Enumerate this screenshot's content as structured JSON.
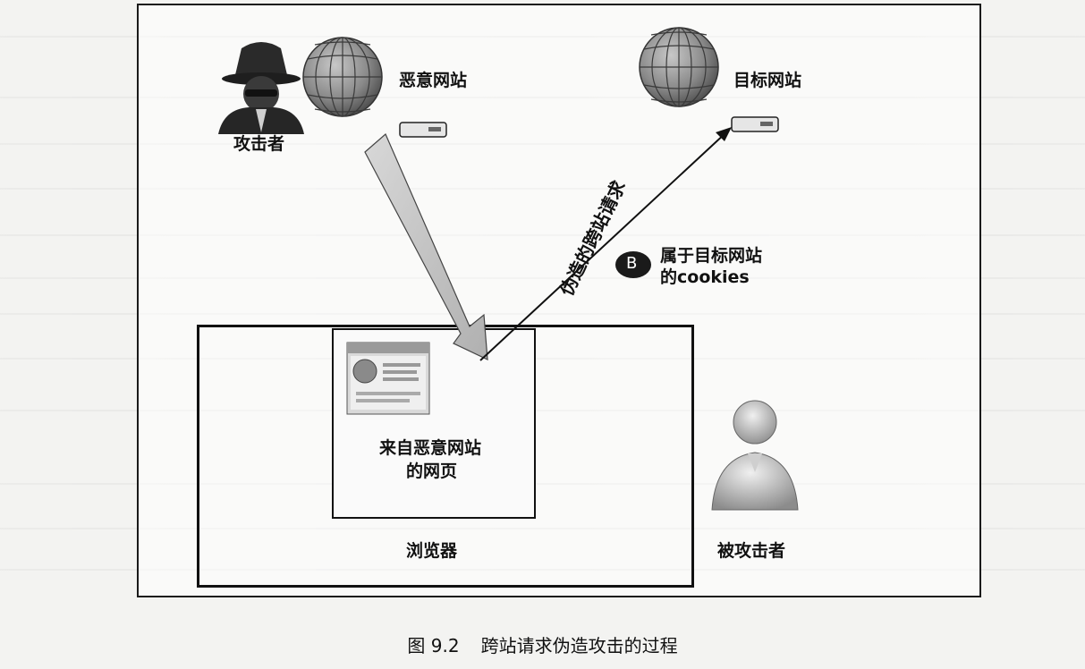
{
  "diagram": {
    "attacker_label": "攻击者",
    "malicious_site_label": "恶意网站",
    "target_site_label": "目标网站",
    "forged_request_label": "伪造的跨站请求",
    "cookie_badge_letter": "B",
    "cookie_label_line1": "属于目标网站",
    "cookie_label_line2": "的cookies",
    "page_label_line1": "来自恶意网站",
    "page_label_line2": "的网页",
    "browser_label": "浏览器",
    "victim_label": "被攻击者"
  },
  "caption": {
    "figure_number": "图 9.2",
    "title": "跨站请求伪造攻击的过程"
  }
}
